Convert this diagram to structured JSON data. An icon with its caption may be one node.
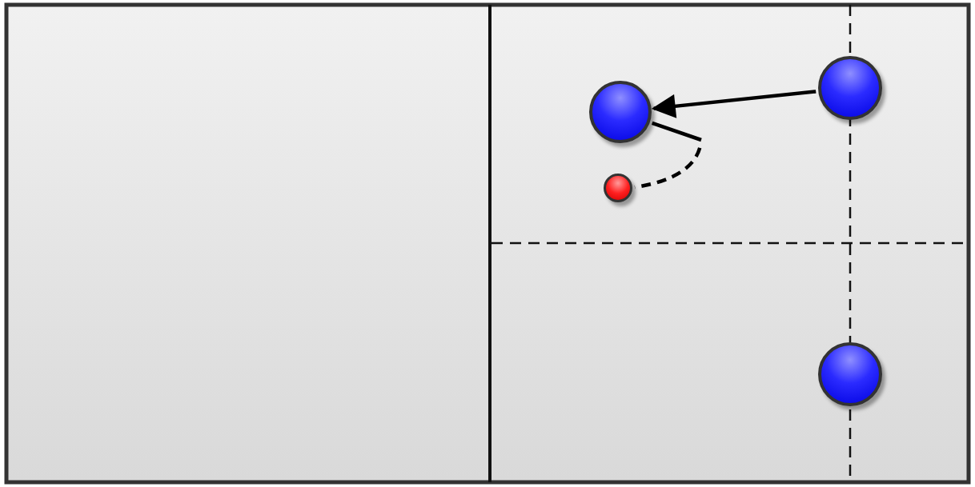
{
  "diagram": {
    "nodes": [
      {
        "text": [],
        "shape": "circle"
      },
      {
        "text": [],
        "shape": "circle"
      },
      {
        "text": [],
        "shape": "circle"
      },
      {
        "text": [],
        "shape": "circle"
      }
    ],
    "edges": [
      {
        "from": 1,
        "to": 0,
        "arrow": "to"
      },
      {
        "from": 0,
        "to": 2,
        "arrow": "none",
        "style": "dashed"
      }
    ]
  }
}
